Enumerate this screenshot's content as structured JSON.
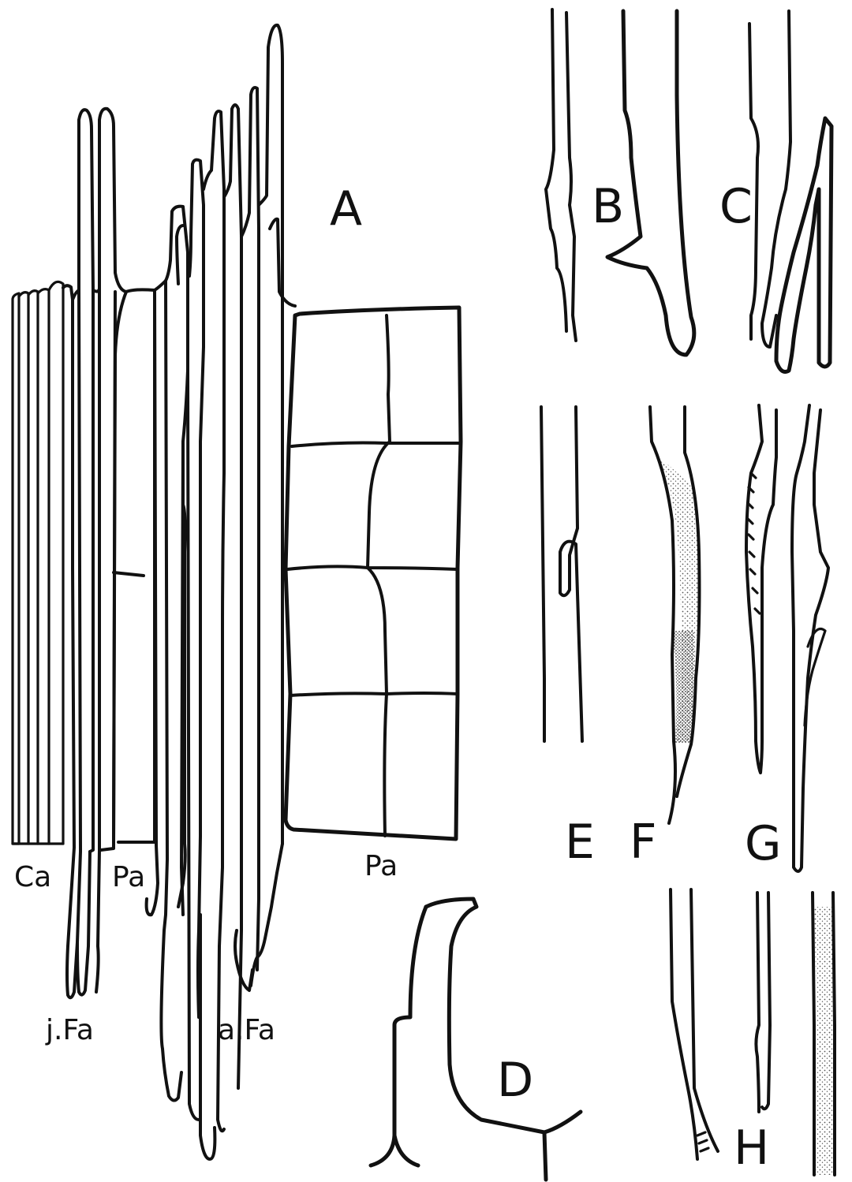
{
  "figure": {
    "ink_color": "#111111",
    "stipple_color": "#555555",
    "background": "#ffffff",
    "panels": {
      "A": {
        "letter": "A",
        "labels": {
          "ca": "Ca",
          "pa_left": "Pa",
          "pa_right": "Pa",
          "jfa": "j.Fa",
          "afa": "a.Fa"
        }
      },
      "B": {
        "letter": "B"
      },
      "C": {
        "letter": "C"
      },
      "D": {
        "letter": "D"
      },
      "E": {
        "letter": "E"
      },
      "F": {
        "letter": "F"
      },
      "G": {
        "letter": "G"
      },
      "H": {
        "letter": "H"
      }
    }
  }
}
